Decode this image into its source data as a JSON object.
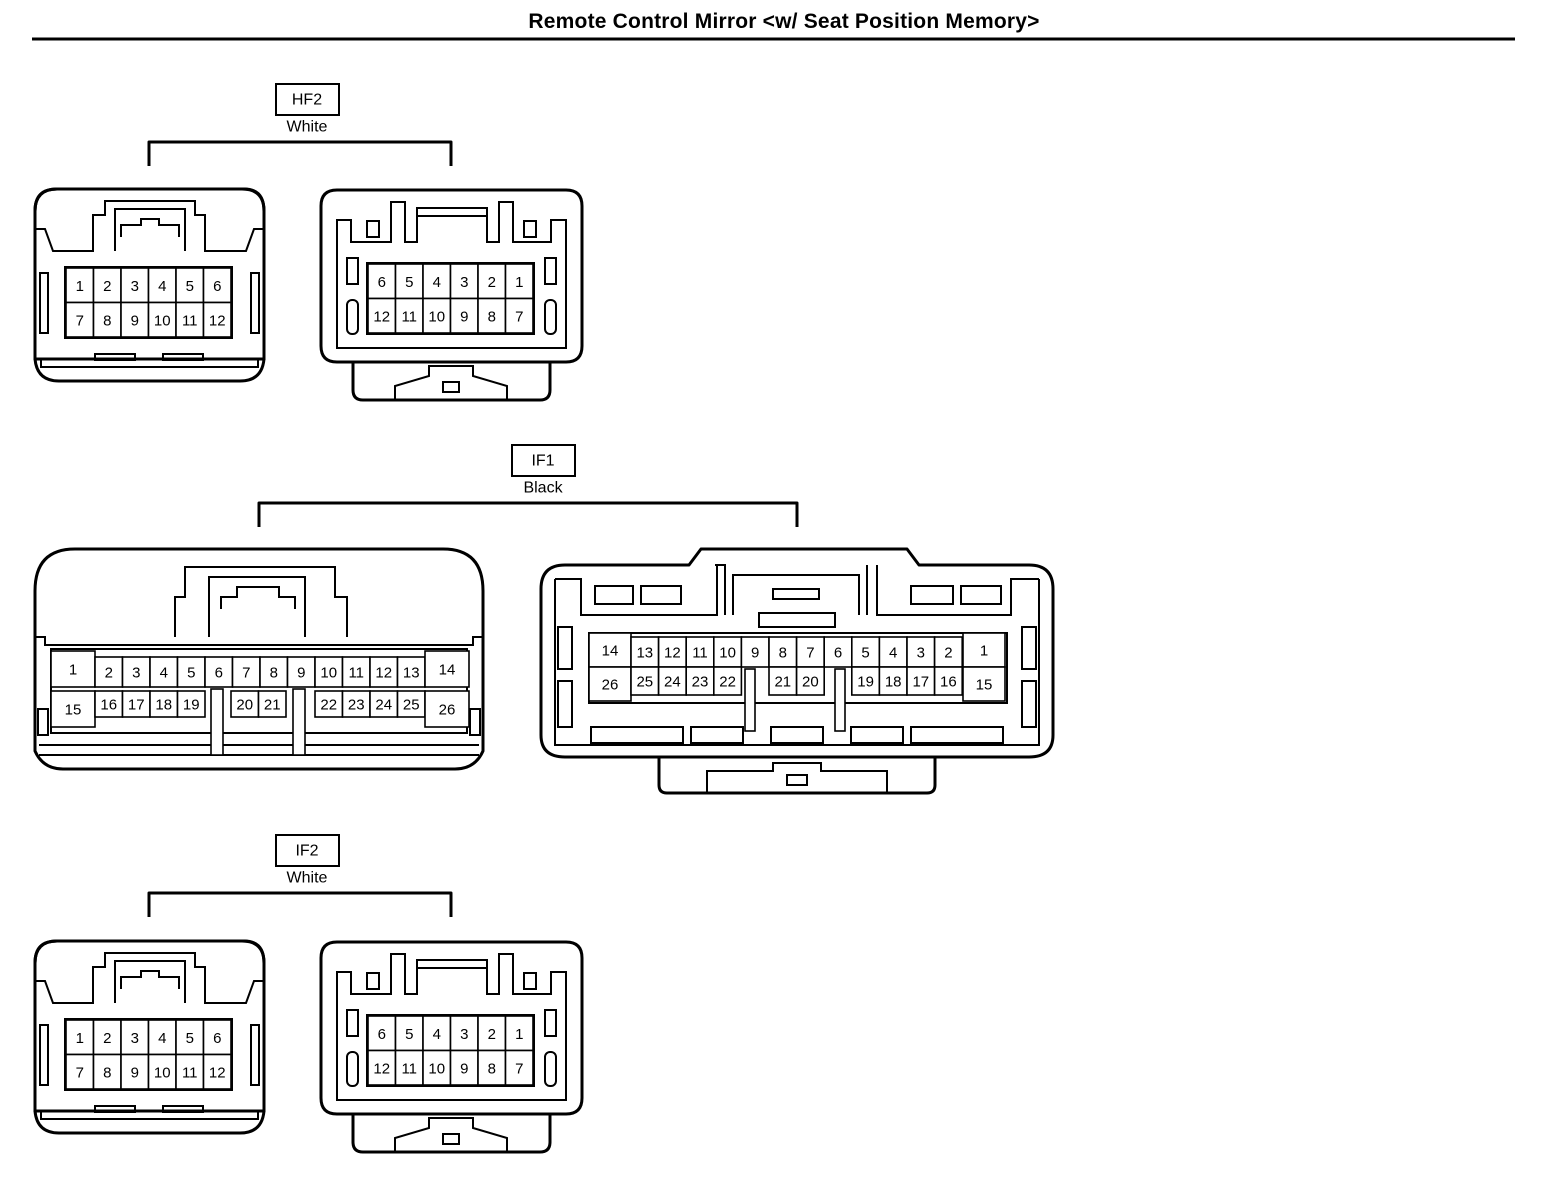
{
  "title": "Remote Control Mirror <w/ Seat Position Memory>",
  "connectors": [
    {
      "code": "HF2",
      "color": "White",
      "female_rows": [
        [
          "1",
          "2",
          "3",
          "4",
          "5",
          "6"
        ],
        [
          "7",
          "8",
          "9",
          "10",
          "11",
          "12"
        ]
      ],
      "male_rows": [
        [
          "6",
          "5",
          "4",
          "3",
          "2",
          "1"
        ],
        [
          "12",
          "11",
          "10",
          "9",
          "8",
          "7"
        ]
      ]
    },
    {
      "code": "IF1",
      "color": "Black",
      "female_rows": [
        [
          "1",
          "2",
          "3",
          "4",
          "5",
          "6",
          "7",
          "8",
          "9",
          "10",
          "11",
          "12",
          "13",
          "14"
        ],
        [
          "15",
          "16",
          "17",
          "18",
          "19",
          "20",
          "21",
          "22",
          "23",
          "24",
          "25",
          "26"
        ]
      ],
      "male_rows": [
        [
          "14",
          "13",
          "12",
          "11",
          "10",
          "9",
          "8",
          "7",
          "6",
          "5",
          "4",
          "3",
          "2",
          "1"
        ],
        [
          "26",
          "25",
          "24",
          "23",
          "22",
          "21",
          "20",
          "19",
          "18",
          "17",
          "16",
          "15"
        ]
      ]
    },
    {
      "code": "IF2",
      "color": "White",
      "female_rows": [
        [
          "1",
          "2",
          "3",
          "4",
          "5",
          "6"
        ],
        [
          "7",
          "8",
          "9",
          "10",
          "11",
          "12"
        ]
      ],
      "male_rows": [
        [
          "6",
          "5",
          "4",
          "3",
          "2",
          "1"
        ],
        [
          "12",
          "11",
          "10",
          "9",
          "8",
          "7"
        ]
      ]
    }
  ]
}
